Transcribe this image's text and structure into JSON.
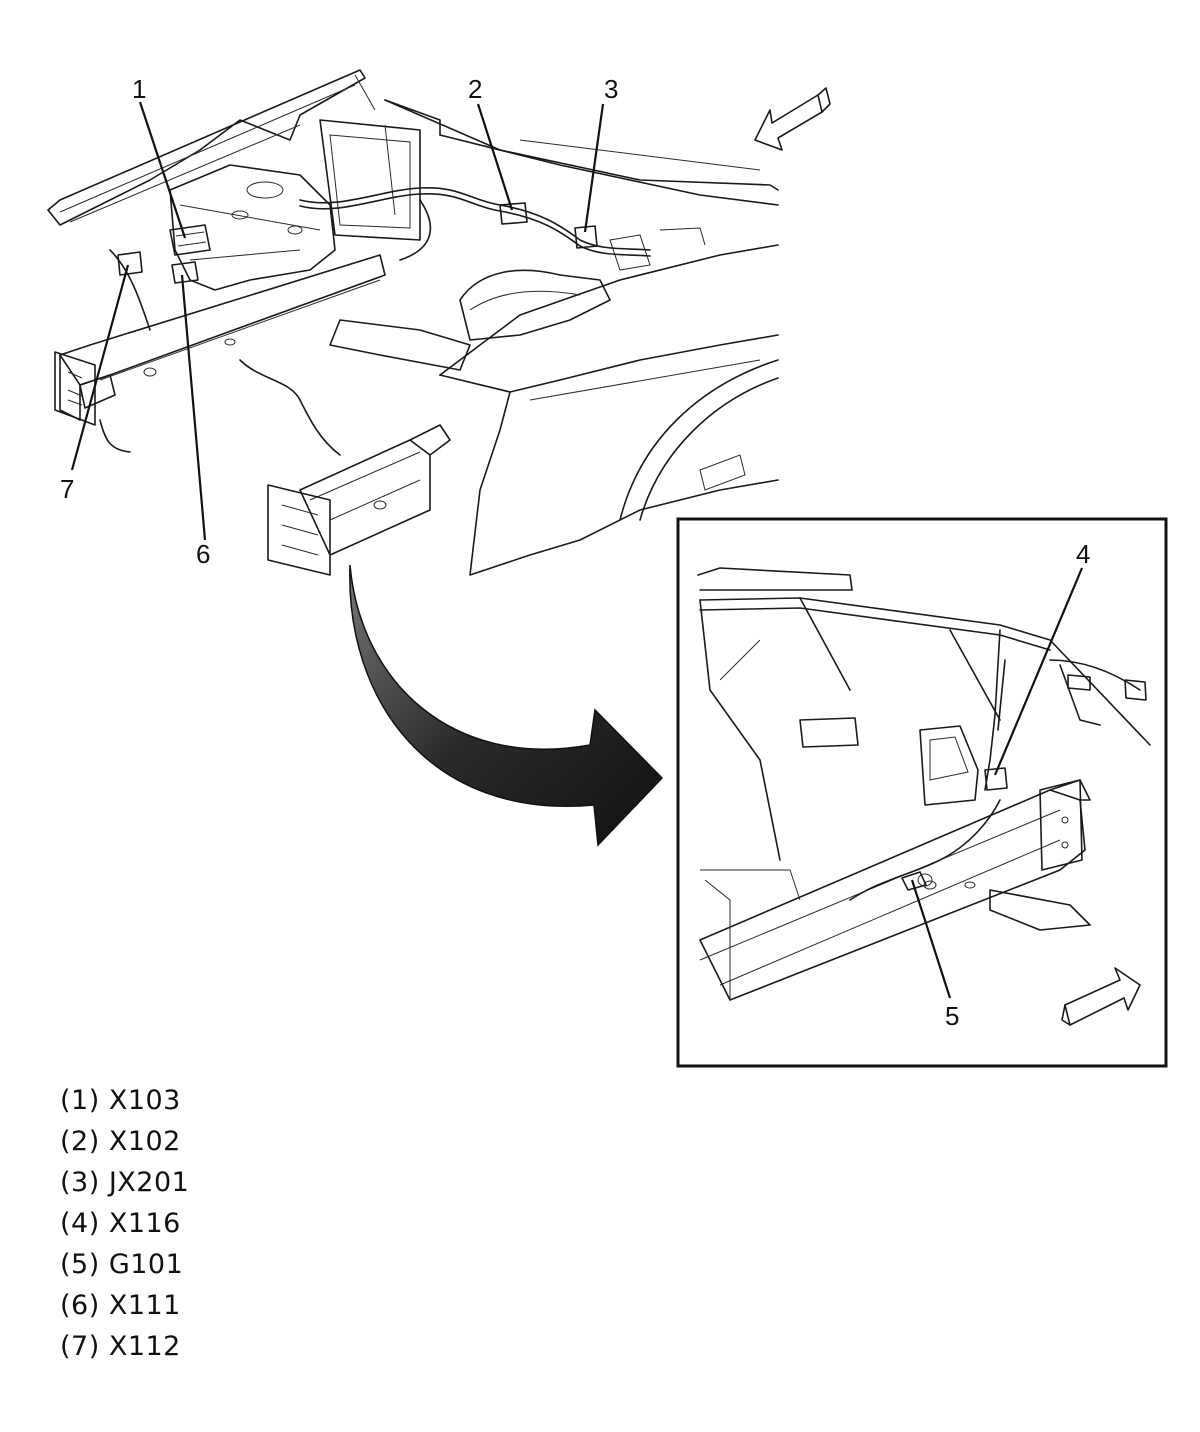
{
  "callouts": [
    {
      "number": "1"
    },
    {
      "number": "2"
    },
    {
      "number": "3"
    },
    {
      "number": "4"
    },
    {
      "number": "5"
    },
    {
      "number": "6"
    },
    {
      "number": "7"
    }
  ],
  "legend": [
    {
      "text": "(1) X103"
    },
    {
      "text": "(2) X102"
    },
    {
      "text": "(3) JX201"
    },
    {
      "text": "(4) X116"
    },
    {
      "text": "(5) G101"
    },
    {
      "text": "(6) X111"
    },
    {
      "text": "(7) X112"
    }
  ],
  "colors": {
    "ink": "#111111",
    "paper": "#ffffff",
    "arrow_fill": "#2b2b2b"
  }
}
